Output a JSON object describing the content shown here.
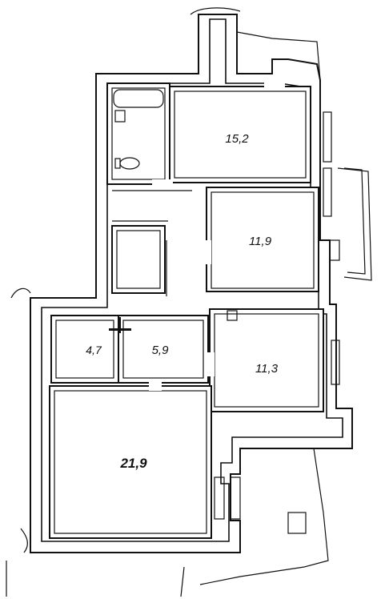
{
  "floor_plan": {
    "rooms": [
      {
        "id": "room-a",
        "area": "15,2"
      },
      {
        "id": "room-b",
        "area": "11,9"
      },
      {
        "id": "room-c",
        "area": "11,3"
      },
      {
        "id": "room-d",
        "area": "21,9"
      },
      {
        "id": "room-e",
        "area": "5,9"
      },
      {
        "id": "room-f",
        "area": "4,7"
      }
    ]
  }
}
